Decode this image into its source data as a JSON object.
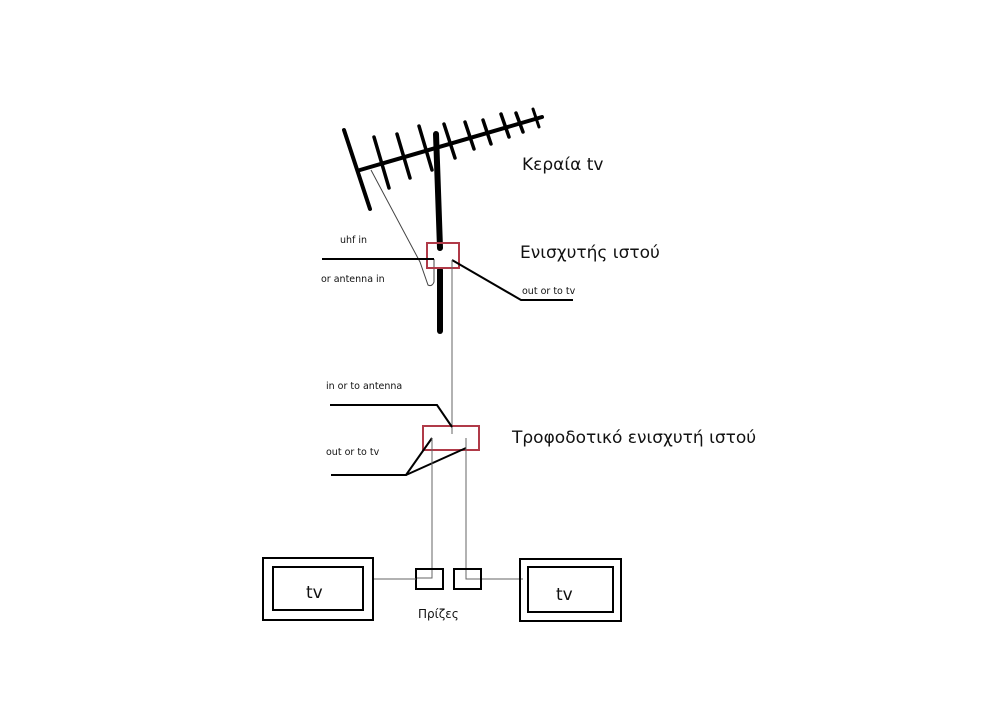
{
  "diagram": {
    "title_labels": {
      "antenna": "Κεραία tv",
      "mast_amplifier": "Ενισχυτής ιστού",
      "power_supply": "Τροφοδοτικό ενισχυτή ιστού",
      "sockets": "Πρίζες"
    },
    "port_labels": {
      "uhf_in": "uhf in",
      "antenna_in": "or antenna in",
      "amp_out": "out or to tv",
      "psu_in": "in or to antenna",
      "psu_out": "out or to tv"
    },
    "tv_left": "tv",
    "tv_right": "tv",
    "colors": {
      "amplifier_box": "#b03a48",
      "lines": "#000000",
      "cable": "#555555"
    }
  }
}
